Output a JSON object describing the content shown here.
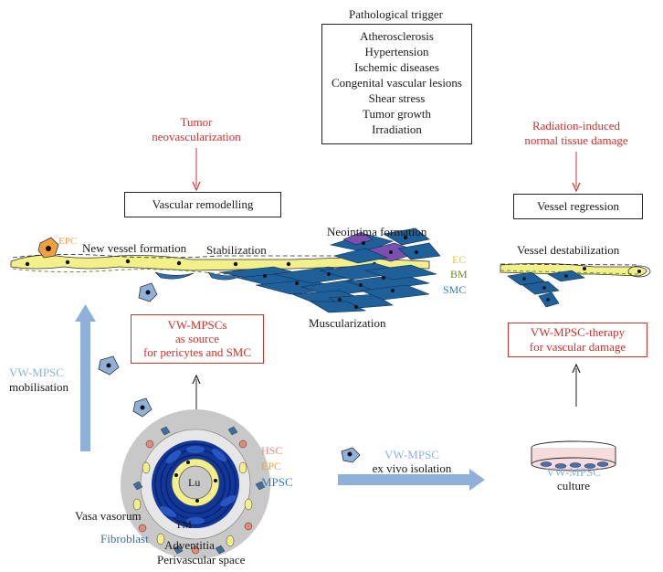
{
  "pathological_trigger": {
    "title": "Pathological trigger",
    "items": [
      "Atherosclerosis",
      "Hypertension",
      "Ischemic diseases",
      "Congenital vascular lesions",
      "Shear stress",
      "Tumor growth",
      "Irradiation"
    ]
  },
  "left_branch": {
    "tumor_label": "Tumor neovascularization",
    "tumor_line1": "Tumor",
    "tumor_line2": "neovascularization",
    "box_label": "Vascular remodelling"
  },
  "right_branch": {
    "label_line1": "Radiation-induced",
    "label_line2": "normal tissue damage",
    "box_label": "Vessel regression"
  },
  "vessel_labels": {
    "epc": "EPC",
    "new_vessel": "New vessel formation",
    "stabilization": "Stabilization",
    "neointima": "Neointima formation",
    "muscularization": "Muscularization",
    "destabilization": "Vessel destabilization",
    "ec": "EC",
    "bm": "BM",
    "smc": "SMC"
  },
  "source_box": {
    "line1": "VW-MPSCs",
    "line2": "as source",
    "line3": "for pericytes and SMC"
  },
  "therapy_box": {
    "line1": "VW-MPSC-therapy",
    "line2": "for vascular damage"
  },
  "mobilisation": {
    "line1": "VW-MPSC",
    "line2": "mobilisation"
  },
  "cross_section": {
    "lumen": "Lu",
    "hsc": "HSC",
    "epc": "EPC",
    "mpsc": "MPSC",
    "vasa_vasorum": "Vasa vasorum",
    "tm": "TM",
    "fibroblast": "Fibroblast",
    "adventitia": "Adventitia",
    "perivascular": "Perivascular space"
  },
  "isolation": {
    "line1": "VW-MPSC",
    "line2": "ex vivo isolation"
  },
  "culture": {
    "line1": "VW-MPSC",
    "line2": "culture"
  },
  "colors": {
    "red": "#d0312d",
    "blue_arrow": "#8fb1d9",
    "smc_blue": "#1f5f9a",
    "ec_yellow": "#f3f08a",
    "purple": "#7b4fb0",
    "adventitia_gray": "#c8c8c8"
  }
}
